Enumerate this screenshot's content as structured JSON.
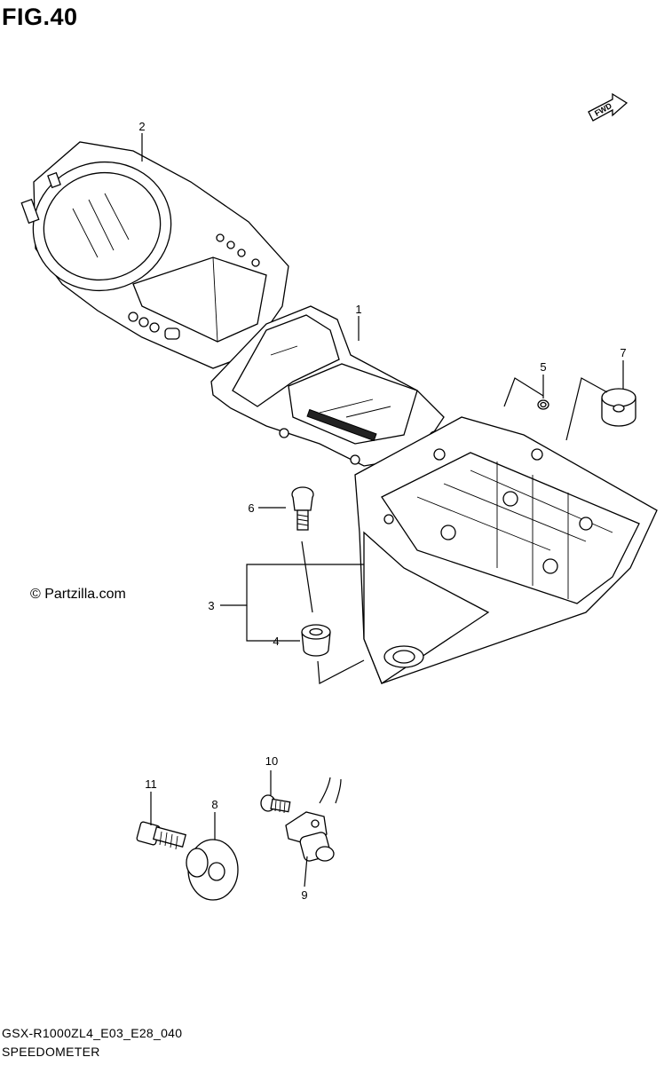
{
  "figure": {
    "title": "FIG.40",
    "copyright": "© Partzilla.com",
    "code": "GSX-R1000ZL4_E03_E28_040",
    "name": "SPEEDOMETER",
    "fwd_label": "FWD"
  },
  "callouts": [
    "1",
    "2",
    "3",
    "4",
    "5",
    "6",
    "7",
    "8",
    "9",
    "10",
    "11"
  ]
}
